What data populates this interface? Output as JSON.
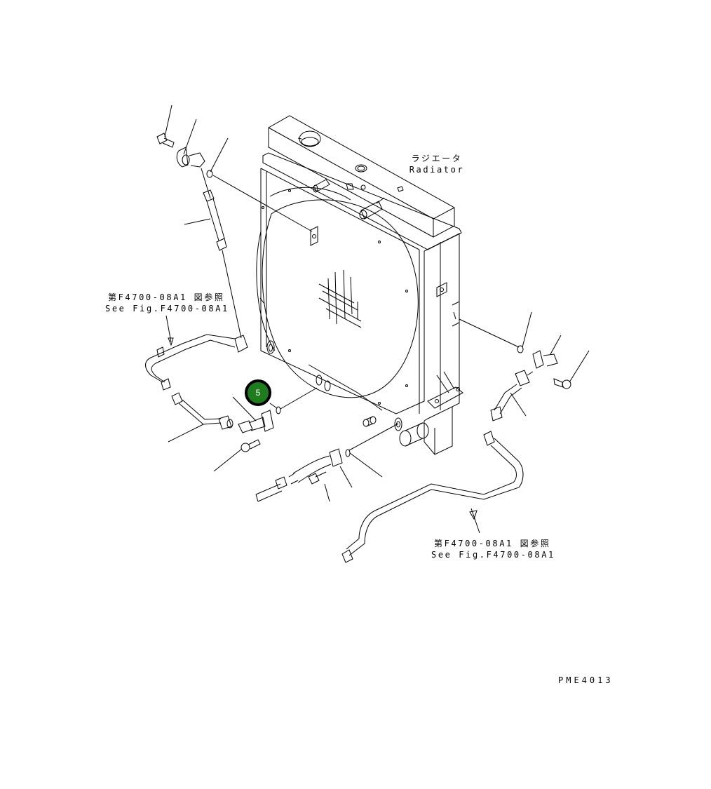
{
  "diagram": {
    "type": "exploded parts diagram",
    "subject": "Radiator piping assembly",
    "drawing_code": "PME4013"
  },
  "labels": {
    "radiator_jp": "ラジエータ",
    "radiator_en": "Radiator",
    "ref_left_jp": "第F4700-08A1 図参照",
    "ref_left_en": "See Fig.F4700-08A1",
    "ref_right_jp": "第F4700-08A1 図参照",
    "ref_right_en": "See Fig.F4700-08A1",
    "drawing_code": "PME4013"
  },
  "callouts": [
    {
      "number": "5",
      "color": "#1e7b1e",
      "border": "#000000"
    }
  ],
  "colors": {
    "line": "#000000",
    "background": "#ffffff",
    "callout_fill": "#1e7b1e"
  }
}
